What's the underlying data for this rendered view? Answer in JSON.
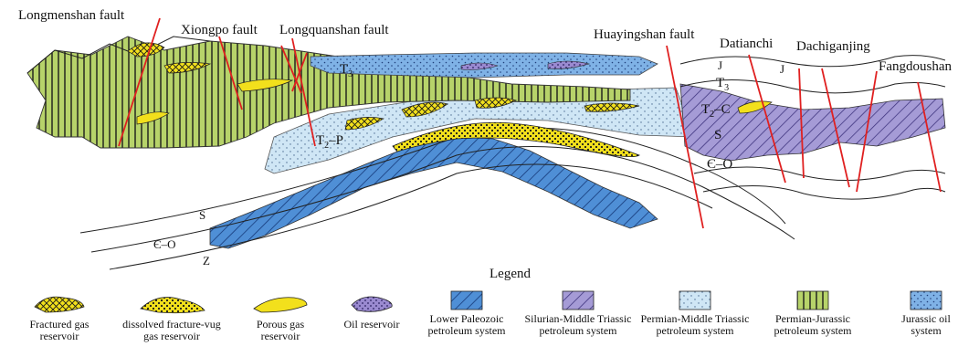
{
  "labels": {
    "longmenshan": "Longmenshan fault",
    "xiongpo": "Xiongpo fault",
    "longquanshan": "Longquanshan fault",
    "huayingshan": "Huayingshan fault",
    "datianchi": "Datianchi",
    "dachiganjing": "Dachiganjing",
    "fangdoushan": "Fangdoushan"
  },
  "strata": {
    "t3_left_base": "T",
    "t3_left_sub": "3",
    "t2p_base": "T",
    "t2p_sub": "2",
    "t2p_rest": "–P",
    "s_left": "S",
    "co_left": "Є–O",
    "z_left": "Z",
    "j_right1": "J",
    "j_right2": "J",
    "t3_right_base": "T",
    "t3_right_sub": "3",
    "t2c_base": "T",
    "t2c_sub": "2",
    "t2c_rest": "–C",
    "s_right": "S",
    "co_right": "Є–O"
  },
  "legend": {
    "title": "Legend",
    "items": [
      {
        "label": "Fractured gas\nreservoir",
        "icon": "fractured-gas-reservoir-icon"
      },
      {
        "label": "dissolved fracture-vug\ngas reservoir",
        "icon": "dissolved-fracture-vug-icon"
      },
      {
        "label": "Porous gas\nreservoir",
        "icon": "porous-gas-reservoir-icon"
      },
      {
        "label": "Oil reservoir",
        "icon": "oil-reservoir-icon"
      },
      {
        "label": "Lower Paleozoic\npetroleum system",
        "icon": "lower-paleozoic-icon"
      },
      {
        "label": "Silurian-Middle Triassic\npetroleum system",
        "icon": "silurian-middle-triassic-icon"
      },
      {
        "label": "Permian-Middle Triassic\npetroleum system",
        "icon": "permian-middle-triassic-icon"
      },
      {
        "label": "Permian-Jurassic\npetroleum system",
        "icon": "permian-jurassic-icon"
      },
      {
        "label": "Jurassic oil\nsystem",
        "icon": "jurassic-oil-icon"
      }
    ]
  },
  "colors": {
    "fault": "#e02020",
    "permian_jurassic": "#b7d36a",
    "permian_middle_triassic": "#cfe6f5",
    "lower_paleozoic": "#4f8fd6",
    "silurian_middle_triassic": "#a59bd6",
    "jurassic_oil": "#7fb2e6",
    "gas_yellow": "#f2e01c",
    "oil_purple": "#9a8ad0"
  }
}
